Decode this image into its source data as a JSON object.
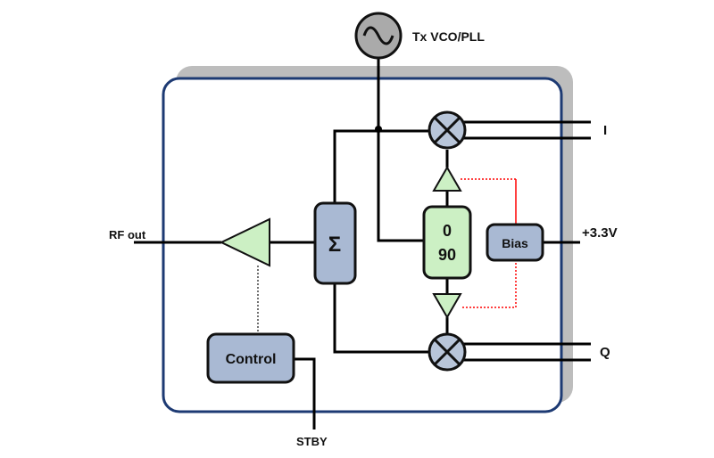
{
  "labels": {
    "vco": "Tx VCO/PLL",
    "i_out": "I",
    "q_out": "Q",
    "supply": "+3.3V",
    "rf_out": "RF out",
    "stby": "STBY"
  },
  "blocks": {
    "sum_symbol": "Σ",
    "phase_top": "0",
    "phase_bottom": "90",
    "bias": "Bias",
    "control": "Control"
  },
  "colors": {
    "block_fill": "#a9b9d3",
    "mixer_fill": "#b8c5d9",
    "amp_fill": "#ccf0c4",
    "border": "#1d3a73",
    "shadow": "#bdbdbd",
    "bias_link": "#ff0000"
  }
}
